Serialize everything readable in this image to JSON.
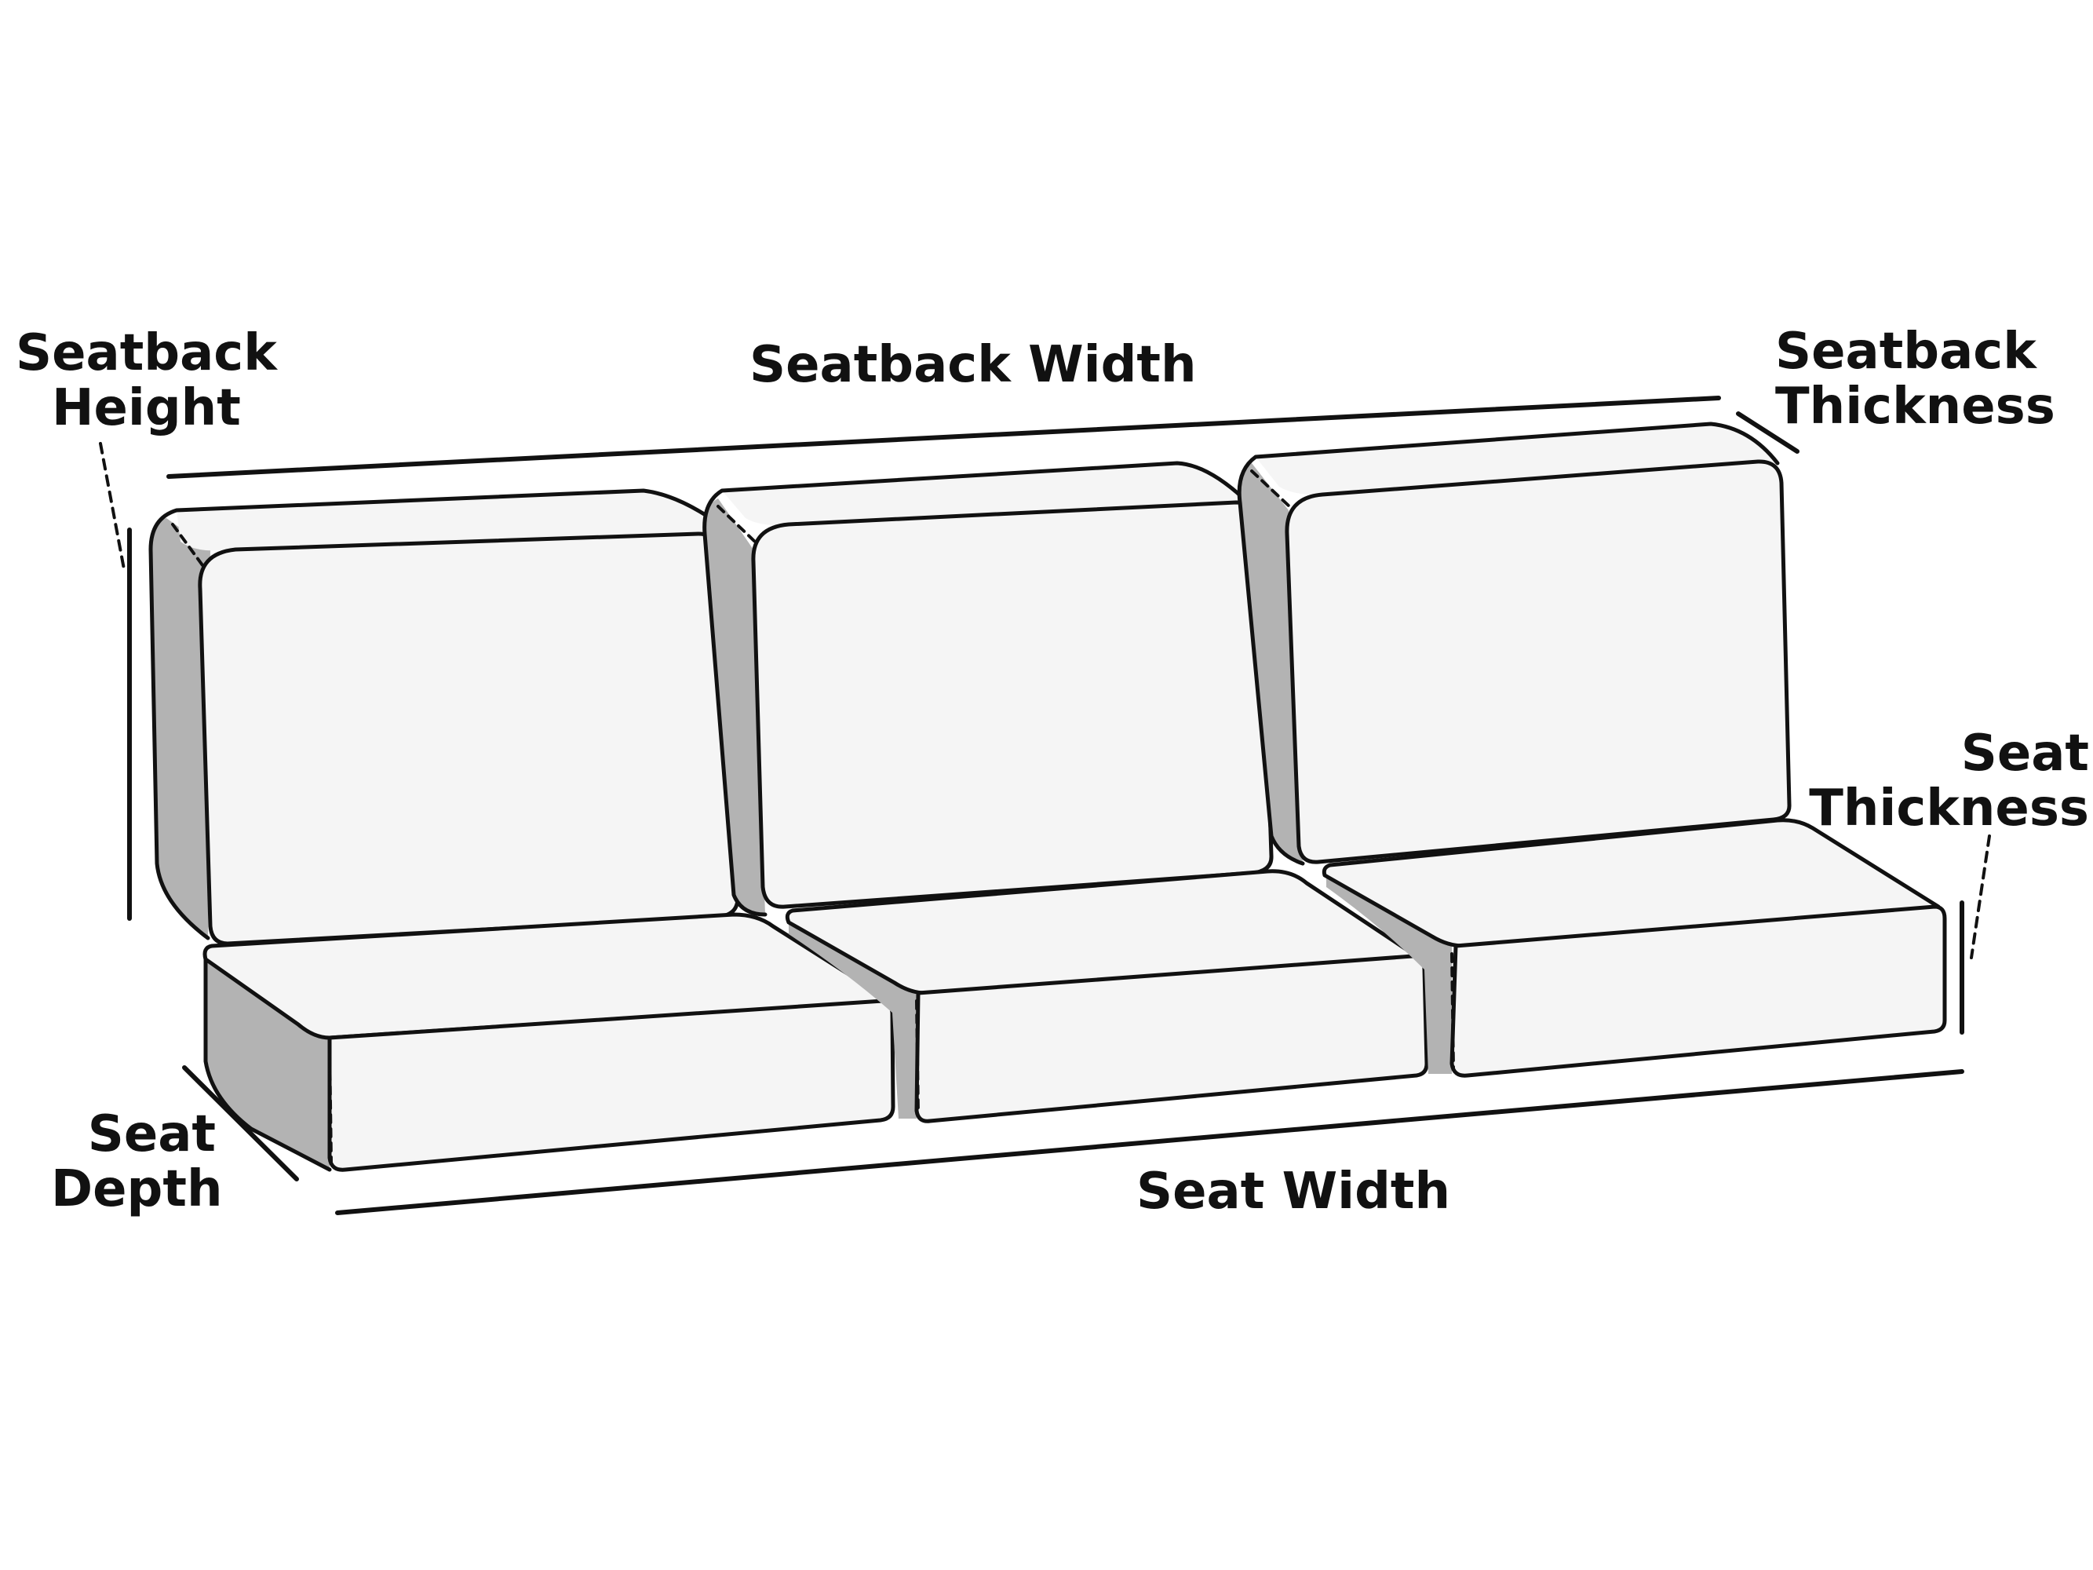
{
  "colors": {
    "outline": "#111111",
    "face": "#f5f5f5",
    "side": "#b3b3b3",
    "background": "#ffffff"
  },
  "labels": {
    "seatback_height": [
      "Seatback",
      "Height"
    ],
    "seatback_width": "Seatback Width",
    "seatback_thickness": [
      "Seatback",
      "Thickness"
    ],
    "seat_thickness": [
      "Seat",
      "Thickness"
    ],
    "seat_depth": [
      "Seat",
      "Depth"
    ],
    "seat_width": "Seat Width"
  }
}
